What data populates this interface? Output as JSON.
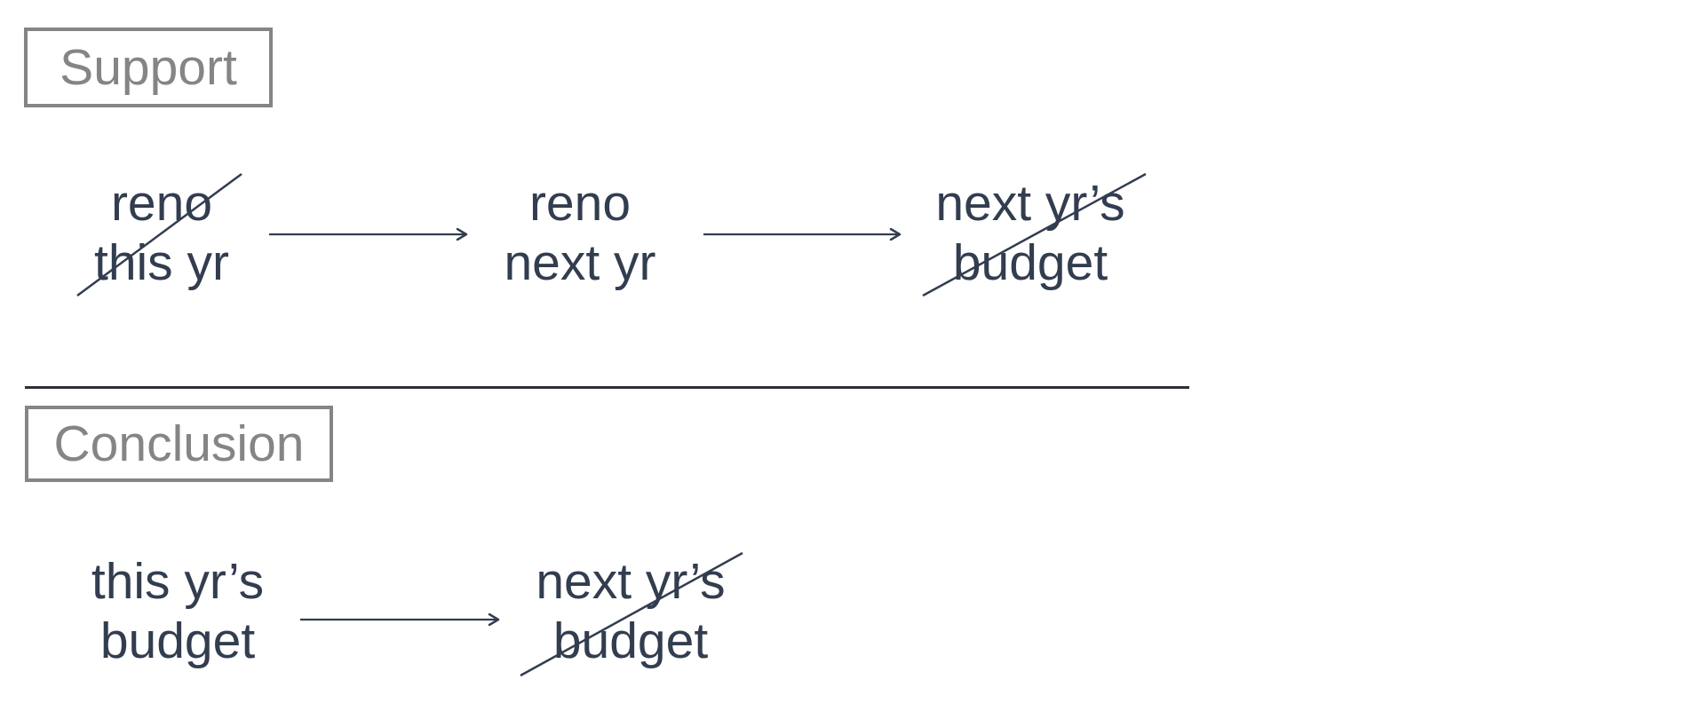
{
  "support": {
    "label": "Support",
    "nodes": [
      {
        "line1": "reno",
        "line2": "this yr",
        "crossed_out": true
      },
      {
        "line1": "reno",
        "line2": "next yr",
        "crossed_out": false
      },
      {
        "line1": "next yr’s",
        "line2": "budget",
        "crossed_out": true
      }
    ]
  },
  "conclusion": {
    "label": "Conclusion",
    "nodes": [
      {
        "line1": "this yr’s",
        "line2": "budget",
        "crossed_out": false
      },
      {
        "line1": "next yr’s",
        "line2": "budget",
        "crossed_out": true
      }
    ]
  },
  "colors": {
    "text": "#323d4f",
    "label": "#858585",
    "divider": "#2b2f36"
  }
}
